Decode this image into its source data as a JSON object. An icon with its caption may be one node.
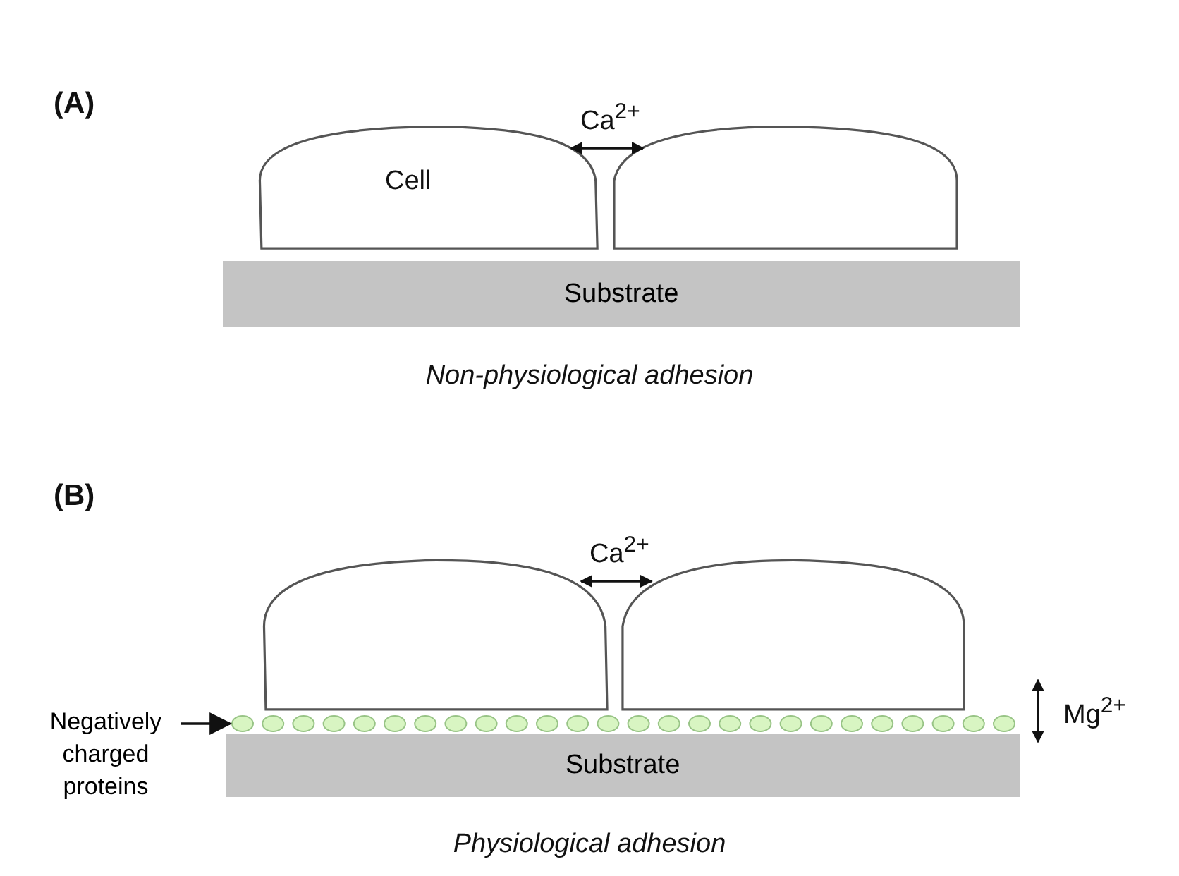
{
  "diagram": {
    "nodes": [
      {
        "text": [
          "Cell"
        ]
      },
      {
        "text": [],
        "shape": "dome"
      },
      {
        "text": [
          "Substrate"
        ]
      },
      {
        "text": [],
        "shape": "dome"
      },
      {
        "text": [],
        "shape": "dome"
      },
      {
        "text": [],
        "shape": "bar"
      },
      {
        "text": [
          "Negatively charged proteins"
        ]
      },
      {
        "text": [
          "Substrate"
        ]
      }
    ],
    "edges": [
      {
        "from": 0,
        "to": 1,
        "arrow": "both",
        "label": "Ca$^{2+}$"
      },
      {
        "from": 3,
        "to": 4,
        "arrow": "both",
        "label": "Ca$^{2+}$"
      },
      {
        "from": 6,
        "to": 5,
        "arrow": "to"
      }
    ],
    "labels": [
      "(A)",
      "Non-physiological adhesion",
      "(B)",
      "Mg$^{2+}$",
      "Physiological adhesion"
    ]
  }
}
